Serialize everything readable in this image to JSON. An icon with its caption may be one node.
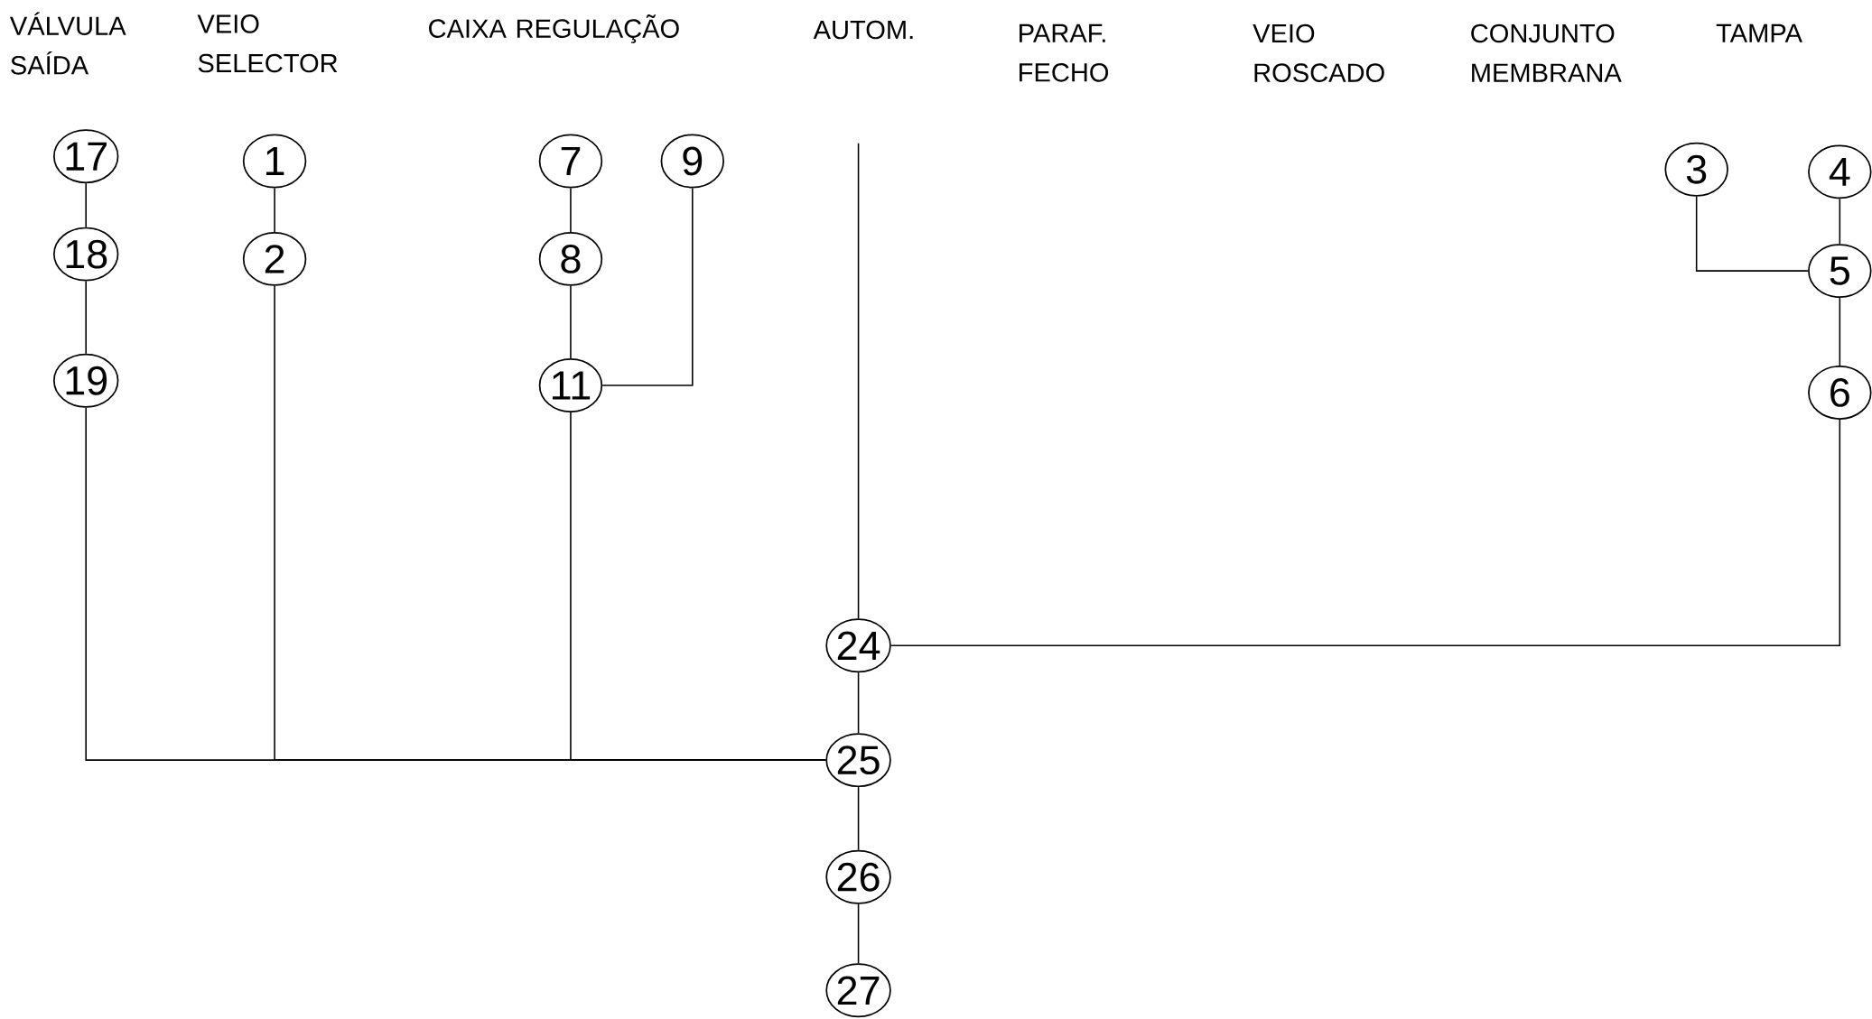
{
  "diagram": {
    "nodes": [
      {
        "text": [
          "17"
        ]
      },
      {
        "text": [
          "18"
        ]
      },
      {
        "text": [
          "19"
        ]
      },
      {
        "text": [
          "1"
        ]
      },
      {
        "text": [
          "2"
        ]
      },
      {
        "text": [
          "7"
        ]
      },
      {
        "text": [
          "8"
        ]
      },
      {
        "text": [
          "11"
        ]
      },
      {
        "text": [
          "9"
        ]
      },
      {
        "text": [
          "24"
        ]
      },
      {
        "text": [
          "25"
        ]
      },
      {
        "text": [
          "26"
        ]
      },
      {
        "text": [
          "27"
        ]
      },
      {
        "text": [
          "3"
        ]
      },
      {
        "text": [
          "4"
        ]
      },
      {
        "text": [
          "5"
        ]
      },
      {
        "text": [
          "6"
        ]
      }
    ],
    "edges": [
      {
        "from": 0,
        "to": 1,
        "arrow": "none"
      },
      {
        "from": 1,
        "to": 2,
        "arrow": "none"
      },
      {
        "from": 2,
        "to": 10,
        "arrow": "none"
      },
      {
        "from": 3,
        "to": 4,
        "arrow": "none"
      },
      {
        "from": 4,
        "to": 10,
        "arrow": "none"
      },
      {
        "from": 5,
        "to": 6,
        "arrow": "none"
      },
      {
        "from": 6,
        "to": 7,
        "arrow": "none"
      },
      {
        "from": 8,
        "to": 7,
        "arrow": "none"
      },
      {
        "from": 7,
        "to": 10,
        "arrow": "none"
      },
      {
        "from": null,
        "to": 9,
        "arrow": "none"
      },
      {
        "from": 9,
        "to": 10,
        "arrow": "none"
      },
      {
        "from": 10,
        "to": 11,
        "arrow": "none"
      },
      {
        "from": 11,
        "to": 12,
        "arrow": "none"
      },
      {
        "from": 13,
        "to": 15,
        "arrow": "none"
      },
      {
        "from": 14,
        "to": 15,
        "arrow": "none"
      },
      {
        "from": 15,
        "to": 16,
        "arrow": "none"
      },
      {
        "from": 16,
        "to": 9,
        "arrow": "none"
      }
    ],
    "labels": [
      "VÁLVULA SAÍDA",
      "VEIO SELECTOR",
      "CAIXA REGULAÇÃO",
      "AUTOM.",
      "PARAF. FECHO",
      "VEIO ROSCADO",
      "CONJUNTO MEMBRANA",
      "TAMPA"
    ]
  }
}
